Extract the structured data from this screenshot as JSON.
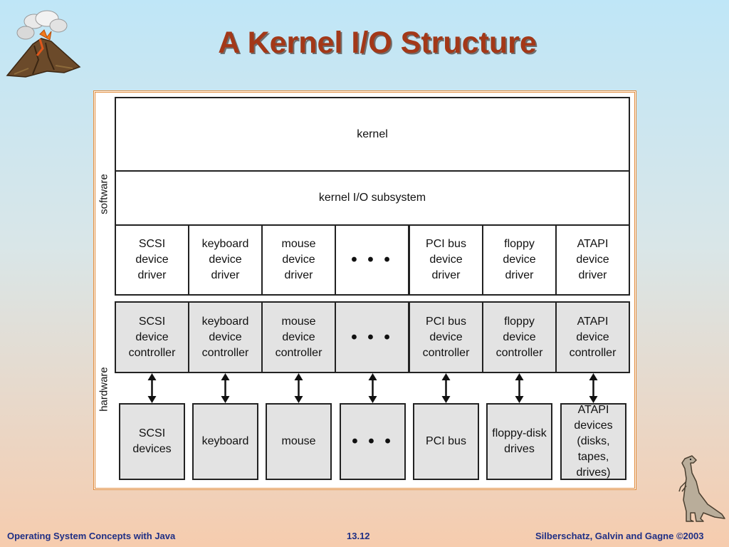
{
  "title": "A Kernel I/O Structure",
  "layers": {
    "kernel": "kernel",
    "subsystem": "kernel I/O subsystem"
  },
  "side_labels": {
    "software": "software",
    "hardware": "hardware"
  },
  "drivers": [
    "SCSI\ndevice\ndriver",
    "keyboard\ndevice\ndriver",
    "mouse\ndevice\ndriver",
    "• • •",
    "PCI bus\ndevice\ndriver",
    "floppy\ndevice\ndriver",
    "ATAPI\ndevice\ndriver"
  ],
  "controllers": [
    "SCSI\ndevice\ncontroller",
    "keyboard\ndevice\ncontroller",
    "mouse\ndevice\ncontroller",
    "• • •",
    "PCI bus\ndevice\ncontroller",
    "floppy\ndevice\ncontroller",
    "ATAPI\ndevice\ncontroller"
  ],
  "devices": [
    "SCSI\ndevices",
    "keyboard",
    "mouse",
    "• • •",
    "PCI bus",
    "floppy-disk\ndrives",
    "ATAPI\ndevices\n(disks,\ntapes,\ndrives)"
  ],
  "footer": {
    "left": "Operating System Concepts with Java",
    "center": "13.12",
    "right": "Silberschatz, Galvin and Gagne ©2003"
  },
  "icons": {
    "volcano": "volcano-icon",
    "dinosaur": "dinosaur-icon"
  }
}
